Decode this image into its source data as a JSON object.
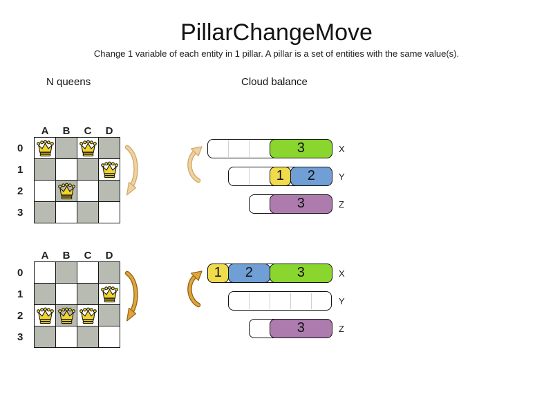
{
  "title": "PillarChangeMove",
  "subtitle": "Change 1 variable of each entity in 1 pillar. A pillar is a set of entities with the same value(s).",
  "sections": {
    "left_label": "N queens",
    "right_label": "Cloud balance"
  },
  "colors": {
    "bar_green": "#8bd52f",
    "bar_yellow": "#f0db4d",
    "bar_blue": "#709fd6",
    "bar_purple": "#ad7bad",
    "board_gray": "#b8bbb1",
    "queen_gold": "#f2d42a",
    "arrow_light_fill": "#eed2a2",
    "arrow_light_stroke": "#d2a867",
    "arrow_dark_fill": "#e3a43c",
    "arrow_dark_stroke": "#8f6716"
  },
  "boards": [
    {
      "name": "before-move",
      "column_headers": [
        "A",
        "B",
        "C",
        "D"
      ],
      "row_headers": [
        "0",
        "1",
        "2",
        "3"
      ],
      "queens": [
        [
          0,
          0
        ],
        [
          0,
          2
        ],
        [
          1,
          3
        ],
        [
          2,
          1
        ]
      ]
    },
    {
      "name": "after-move",
      "column_headers": [
        "A",
        "B",
        "C",
        "D"
      ],
      "row_headers": [
        "0",
        "1",
        "2",
        "3"
      ],
      "queens": [
        [
          1,
          3
        ],
        [
          2,
          0
        ],
        [
          2,
          1
        ],
        [
          2,
          2
        ]
      ]
    }
  ],
  "bar_groups": [
    {
      "name": "before-move",
      "bars": [
        {
          "label": "X",
          "slots": 6,
          "segments": [
            {
              "value": "3",
              "color": "bar_green",
              "offset": 3,
              "span": 3
            }
          ]
        },
        {
          "label": "Y",
          "slots": 5,
          "segments": [
            {
              "value": "1",
              "color": "bar_yellow",
              "offset": 2,
              "span": 1
            },
            {
              "value": "2",
              "color": "bar_blue",
              "offset": 3,
              "span": 2
            }
          ]
        },
        {
          "label": "Z",
          "slots": 4,
          "segments": [
            {
              "value": "3",
              "color": "bar_purple",
              "offset": 1,
              "span": 3
            }
          ]
        }
      ]
    },
    {
      "name": "after-move",
      "bars": [
        {
          "label": "X",
          "slots": 6,
          "segments": [
            {
              "value": "1",
              "color": "bar_yellow",
              "offset": 0,
              "span": 1
            },
            {
              "value": "2",
              "color": "bar_blue",
              "offset": 1,
              "span": 2
            },
            {
              "value": "3",
              "color": "bar_green",
              "offset": 3,
              "span": 3
            }
          ]
        },
        {
          "label": "Y",
          "slots": 5,
          "segments": []
        },
        {
          "label": "Z",
          "slots": 4,
          "segments": [
            {
              "value": "3",
              "color": "bar_purple",
              "offset": 1,
              "span": 3
            }
          ]
        }
      ]
    }
  ]
}
